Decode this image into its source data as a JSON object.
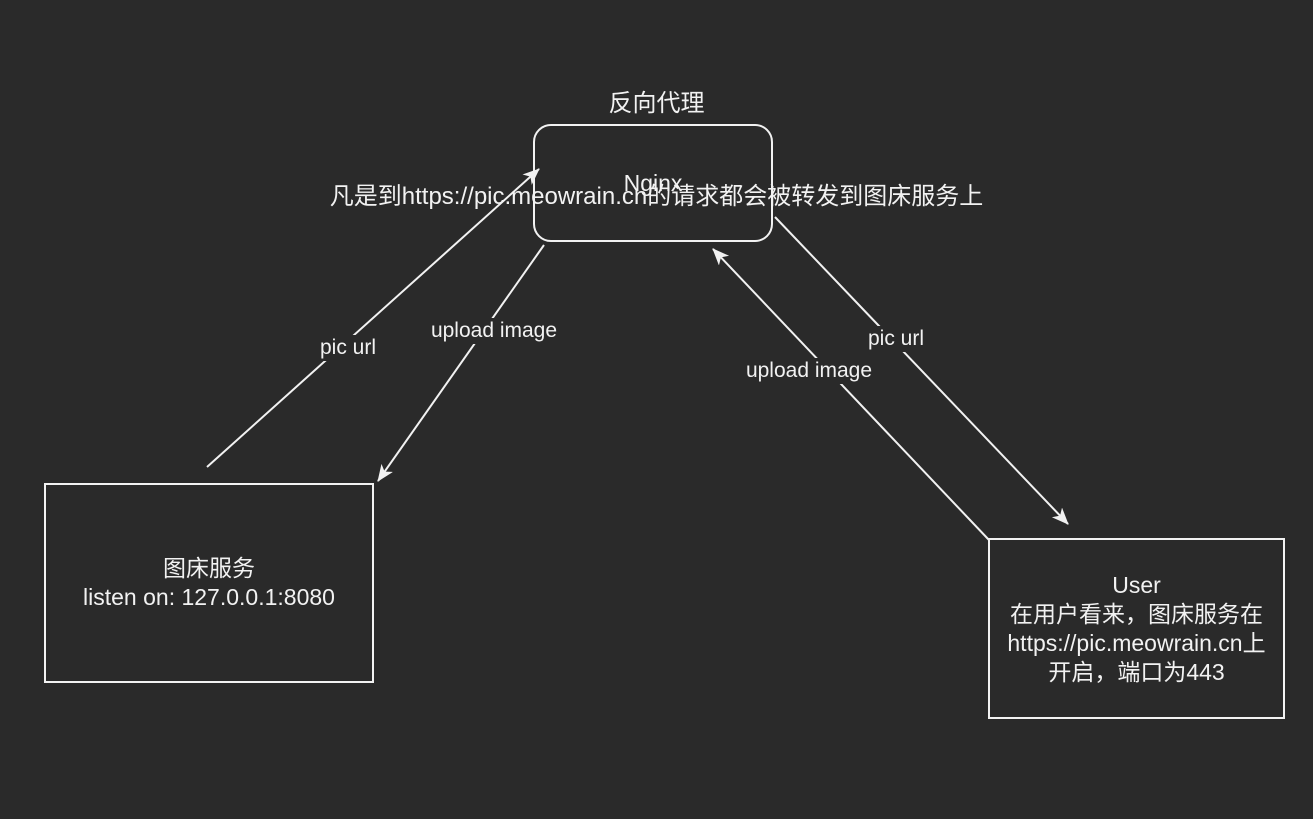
{
  "title": {
    "line1": "反向代理",
    "line2": "凡是到https://pic.meowrain.cn的请求都会被转发到图床服务上"
  },
  "nodes": {
    "nginx": {
      "label": "Nginx"
    },
    "picbed": {
      "title": "图床服务",
      "subtitle": "listen on: 127.0.0.1:8080"
    },
    "user": {
      "title": "User",
      "line1": "在用户看来，图床服务在",
      "line2": "https://pic.meowrain.cn上",
      "line3": "开启，端口为443"
    }
  },
  "edges": {
    "left_pic_url": {
      "label": "pic url"
    },
    "left_upload_image": {
      "label": "upload image"
    },
    "right_upload_image": {
      "label": "upload image"
    },
    "right_pic_url": {
      "label": "pic url"
    }
  },
  "colors": {
    "background": "#2a2a2a",
    "stroke": "#f2f2f2",
    "text": "#f2f2f2"
  }
}
